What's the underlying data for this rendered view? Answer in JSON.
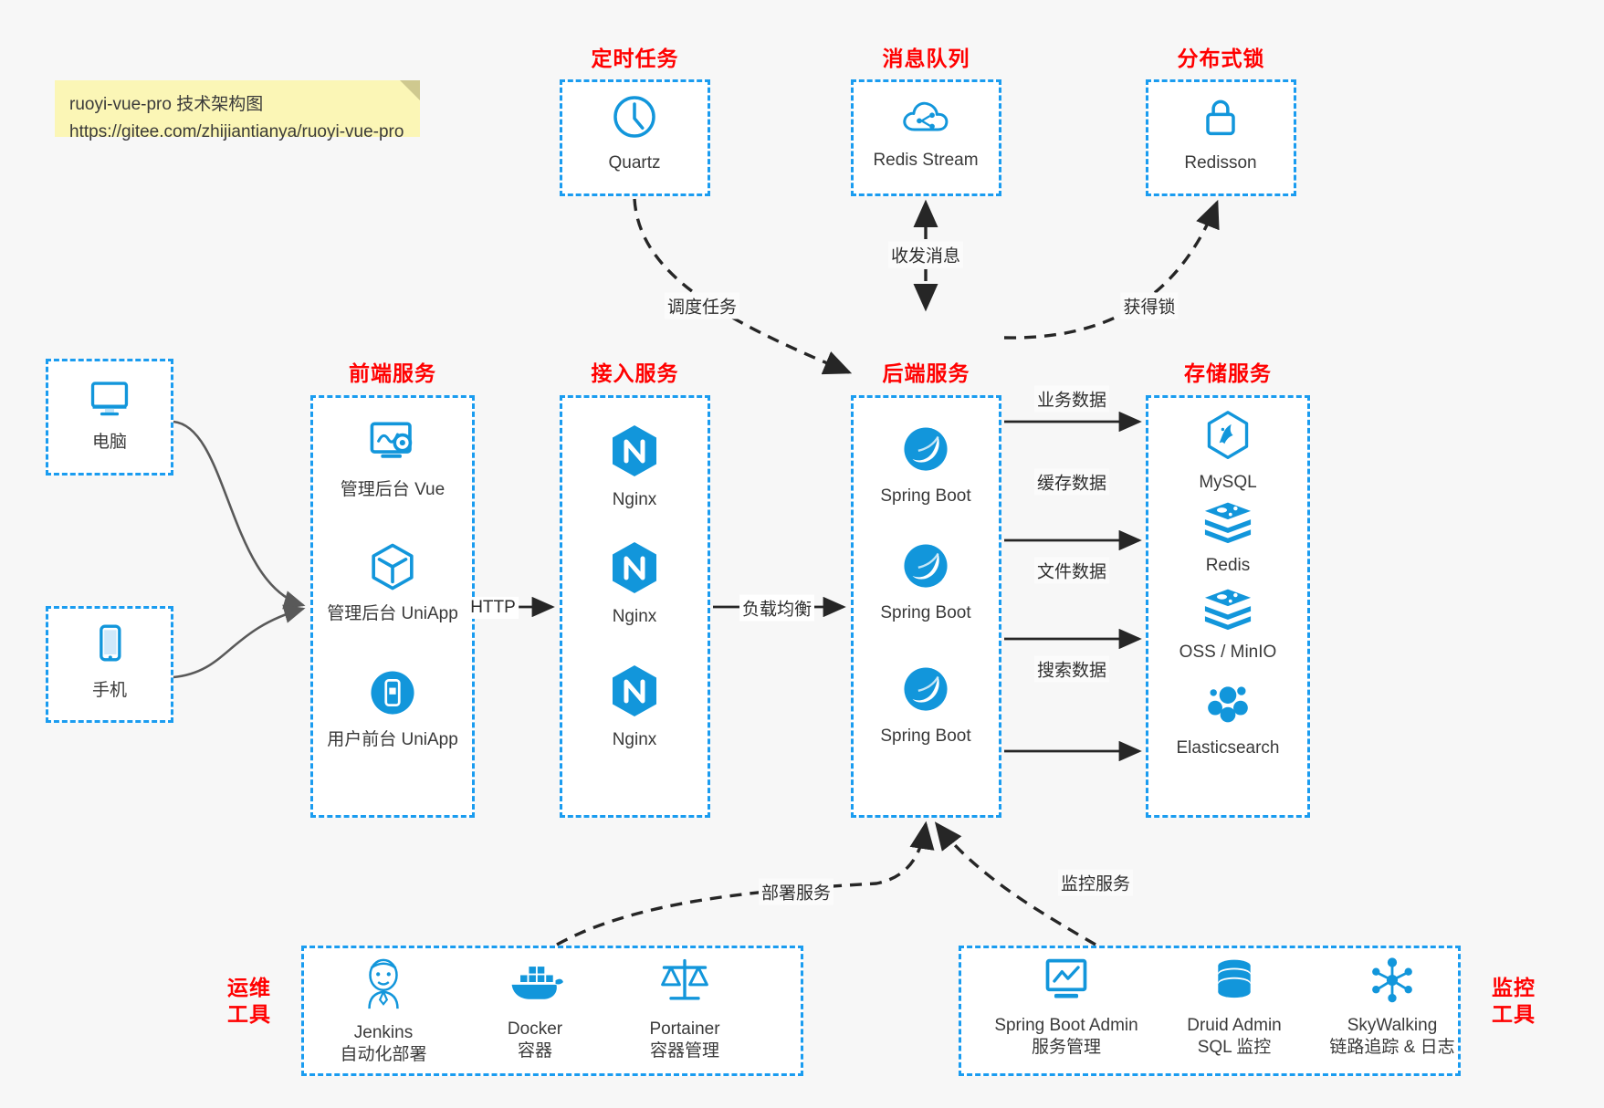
{
  "note": {
    "line1": "ruoyi-vue-pro 技术架构图",
    "line2": "https://gitee.com/zhijiantianya/ruoyi-vue-pro"
  },
  "colors": {
    "accent_blue": "#1a9cf0",
    "icon_blue": "#1296db",
    "title_red": "#ff0000",
    "background": "#f7f7f7",
    "note_yellow": "#fbf6b6",
    "arrow_dark": "#262626",
    "curve_gray": "#595959"
  },
  "sections": {
    "scheduled_task": {
      "title": "定时任务",
      "nodes": [
        {
          "label": "Quartz",
          "icon": "clock-icon"
        }
      ]
    },
    "message_queue": {
      "title": "消息队列",
      "nodes": [
        {
          "label": "Redis Stream",
          "icon": "cloud-stream-icon"
        }
      ]
    },
    "distributed_lock": {
      "title": "分布式锁",
      "nodes": [
        {
          "label": "Redisson",
          "icon": "lock-icon"
        }
      ]
    },
    "clients": {
      "nodes": [
        {
          "label": "电脑",
          "icon": "desktop-icon"
        },
        {
          "label": "手机",
          "icon": "mobile-icon"
        }
      ]
    },
    "frontend": {
      "title": "前端服务",
      "nodes": [
        {
          "label": "管理后台 Vue",
          "icon": "dashboard-gear-icon"
        },
        {
          "label": "管理后台 UniApp",
          "icon": "cube-icon"
        },
        {
          "label": "用户前台 UniApp",
          "icon": "phone-app-icon"
        }
      ]
    },
    "gateway": {
      "title": "接入服务",
      "nodes": [
        {
          "label": "Nginx",
          "icon": "nginx-icon"
        },
        {
          "label": "Nginx",
          "icon": "nginx-icon"
        },
        {
          "label": "Nginx",
          "icon": "nginx-icon"
        }
      ]
    },
    "backend": {
      "title": "后端服务",
      "nodes": [
        {
          "label": "Spring Boot",
          "icon": "spring-leaf-icon"
        },
        {
          "label": "Spring Boot",
          "icon": "spring-leaf-icon"
        },
        {
          "label": "Spring Boot",
          "icon": "spring-leaf-icon"
        }
      ]
    },
    "storage": {
      "title": "存储服务",
      "nodes": [
        {
          "label": "MySQL",
          "icon": "mysql-icon"
        },
        {
          "label": "Redis",
          "icon": "redis-icon"
        },
        {
          "label": "OSS / MinIO",
          "icon": "redis-icon"
        },
        {
          "label": "Elasticsearch",
          "icon": "elasticsearch-icon"
        }
      ]
    },
    "devops": {
      "title_line1": "运维",
      "title_line2": "工具",
      "nodes": [
        {
          "label": "Jenkins",
          "sub": "自动化部署",
          "icon": "jenkins-butler-icon"
        },
        {
          "label": "Docker",
          "sub": "容器",
          "icon": "docker-whale-icon"
        },
        {
          "label": "Portainer",
          "sub": "容器管理",
          "icon": "scales-icon"
        }
      ]
    },
    "monitoring": {
      "title_line1": "监控",
      "title_line2": "工具",
      "nodes": [
        {
          "label": "Spring Boot Admin",
          "sub": "服务管理",
          "icon": "monitor-chart-icon"
        },
        {
          "label": "Druid Admin",
          "sub": "SQL 监控",
          "icon": "database-icon"
        },
        {
          "label": "SkyWalking",
          "sub": "链路追踪 & 日志",
          "icon": "node-graph-icon"
        }
      ]
    }
  },
  "edges": [
    {
      "id": "http",
      "label": "HTTP",
      "from": "frontend",
      "to": "gateway"
    },
    {
      "id": "lb",
      "label": "负载均衡",
      "from": "gateway",
      "to": "backend"
    },
    {
      "id": "schedule",
      "label": "调度任务",
      "from": "quartz",
      "to": "backend"
    },
    {
      "id": "mq",
      "label": "收发消息",
      "from": "backend",
      "to": "redis-stream"
    },
    {
      "id": "lock",
      "label": "获得锁",
      "from": "backend",
      "to": "redisson"
    },
    {
      "id": "biz-data",
      "label": "业务数据",
      "from": "backend",
      "to": "mysql"
    },
    {
      "id": "cache-data",
      "label": "缓存数据",
      "from": "backend",
      "to": "redis"
    },
    {
      "id": "file-data",
      "label": "文件数据",
      "from": "backend",
      "to": "oss"
    },
    {
      "id": "search-data",
      "label": "搜索数据",
      "from": "backend",
      "to": "elasticsearch"
    },
    {
      "id": "deploy",
      "label": "部署服务",
      "from": "devops",
      "to": "backend"
    },
    {
      "id": "monitor",
      "label": "监控服务",
      "from": "monitoring",
      "to": "backend"
    }
  ]
}
